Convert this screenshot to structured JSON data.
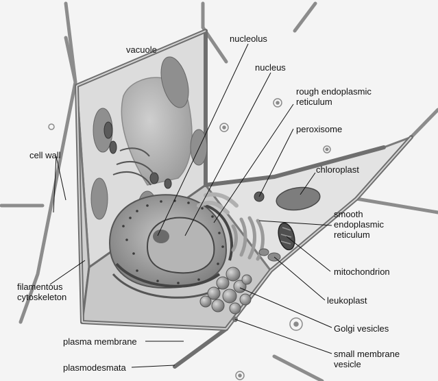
{
  "labels": {
    "nucleolus": "nucleolus",
    "vacuole": "vacuole",
    "nucleus": "nucleus",
    "rough_er": "rough endoplasmic\nreticulum",
    "peroxisome": "peroxisome",
    "cell_wall": "cell wall",
    "chloroplast": "chloroplast",
    "smooth_er": "smooth\nendoplasmic\nreticulum",
    "mitochondrion": "mitochondrion",
    "filamentous_cytoskeleton": "filamentous\ncytoskeleton",
    "leukoplast": "leukoplast",
    "golgi_vesicles": "Golgi vesicles",
    "plasma_membrane": "plasma membrane",
    "small_membrane_vesicle": "small membrane\nvesicle",
    "plasmodesmata": "plasmodesmata"
  }
}
